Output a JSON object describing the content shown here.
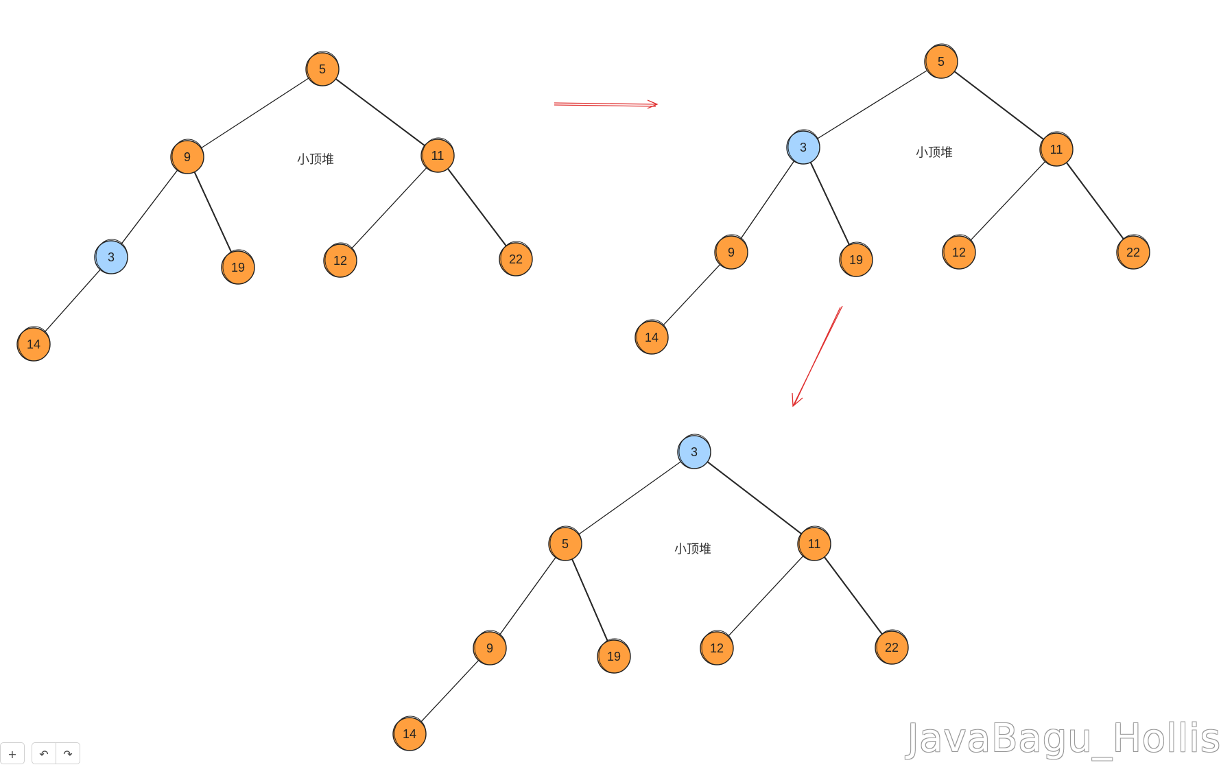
{
  "colors": {
    "node_default": "#ff9f3e",
    "node_highlight": "#a6d4ff",
    "stroke": "#222222",
    "arrow": "#e03131"
  },
  "trees": [
    {
      "caption": "小顶堆",
      "nodes": [
        {
          "id": "a5",
          "label": "5",
          "highlight": false
        },
        {
          "id": "a9",
          "label": "9",
          "highlight": false
        },
        {
          "id": "a11",
          "label": "11",
          "highlight": false
        },
        {
          "id": "a3",
          "label": "3",
          "highlight": true
        },
        {
          "id": "a19",
          "label": "19",
          "highlight": false
        },
        {
          "id": "a12",
          "label": "12",
          "highlight": false
        },
        {
          "id": "a22",
          "label": "22",
          "highlight": false
        },
        {
          "id": "a14",
          "label": "14",
          "highlight": false
        }
      ],
      "edges": [
        [
          "a5",
          "a9"
        ],
        [
          "a5",
          "a11"
        ],
        [
          "a9",
          "a3"
        ],
        [
          "a9",
          "a19"
        ],
        [
          "a11",
          "a12"
        ],
        [
          "a11",
          "a22"
        ],
        [
          "a3",
          "a14"
        ]
      ]
    },
    {
      "caption": "小顶堆",
      "nodes": [
        {
          "id": "b5",
          "label": "5",
          "highlight": false
        },
        {
          "id": "b3",
          "label": "3",
          "highlight": true
        },
        {
          "id": "b11",
          "label": "11",
          "highlight": false
        },
        {
          "id": "b9",
          "label": "9",
          "highlight": false
        },
        {
          "id": "b19",
          "label": "19",
          "highlight": false
        },
        {
          "id": "b12",
          "label": "12",
          "highlight": false
        },
        {
          "id": "b22",
          "label": "22",
          "highlight": false
        },
        {
          "id": "b14",
          "label": "14",
          "highlight": false
        }
      ],
      "edges": [
        [
          "b5",
          "b3"
        ],
        [
          "b5",
          "b11"
        ],
        [
          "b3",
          "b9"
        ],
        [
          "b3",
          "b19"
        ],
        [
          "b11",
          "b12"
        ],
        [
          "b11",
          "b22"
        ],
        [
          "b9",
          "b14"
        ]
      ]
    },
    {
      "caption": "小顶堆",
      "nodes": [
        {
          "id": "c3",
          "label": "3",
          "highlight": true
        },
        {
          "id": "c5",
          "label": "5",
          "highlight": false
        },
        {
          "id": "c11",
          "label": "11",
          "highlight": false
        },
        {
          "id": "c9",
          "label": "9",
          "highlight": false
        },
        {
          "id": "c19",
          "label": "19",
          "highlight": false
        },
        {
          "id": "c12",
          "label": "12",
          "highlight": false
        },
        {
          "id": "c22",
          "label": "22",
          "highlight": false
        },
        {
          "id": "c14",
          "label": "14",
          "highlight": false
        }
      ],
      "edges": [
        [
          "c3",
          "c5"
        ],
        [
          "c3",
          "c11"
        ],
        [
          "c5",
          "c9"
        ],
        [
          "c5",
          "c19"
        ],
        [
          "c11",
          "c12"
        ],
        [
          "c11",
          "c22"
        ],
        [
          "c9",
          "c14"
        ]
      ]
    }
  ],
  "toolbar": {
    "zoom_in_label": "+",
    "undo_label": "↶",
    "redo_label": "↷"
  },
  "watermark": "JavaBagu_Hollis"
}
